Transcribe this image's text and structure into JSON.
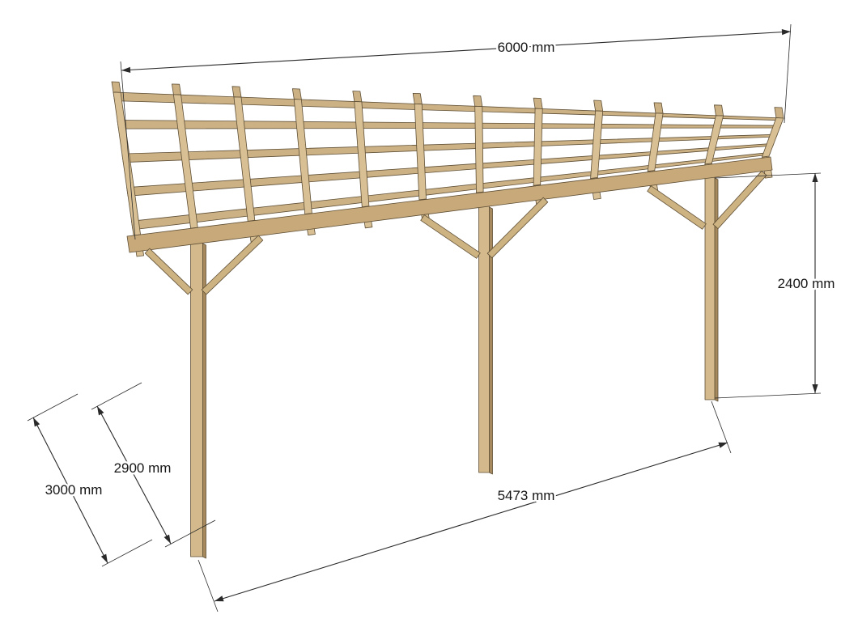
{
  "dimensions": {
    "length": "6000 mm",
    "height": "2400 mm",
    "inner_depth": "2900 mm",
    "depth": "3000 mm",
    "post_span": "5473 mm"
  },
  "colors": {
    "wood_light": "#d8c094",
    "wood_mid": "#cbb184",
    "wood_dark": "#a68a5e",
    "beam": "#c7a97a",
    "post": "#d3b98b",
    "brace": "#cdb282",
    "outline": "#5f4f36",
    "dimension": "#2a2a2a",
    "background": "#ffffff"
  }
}
